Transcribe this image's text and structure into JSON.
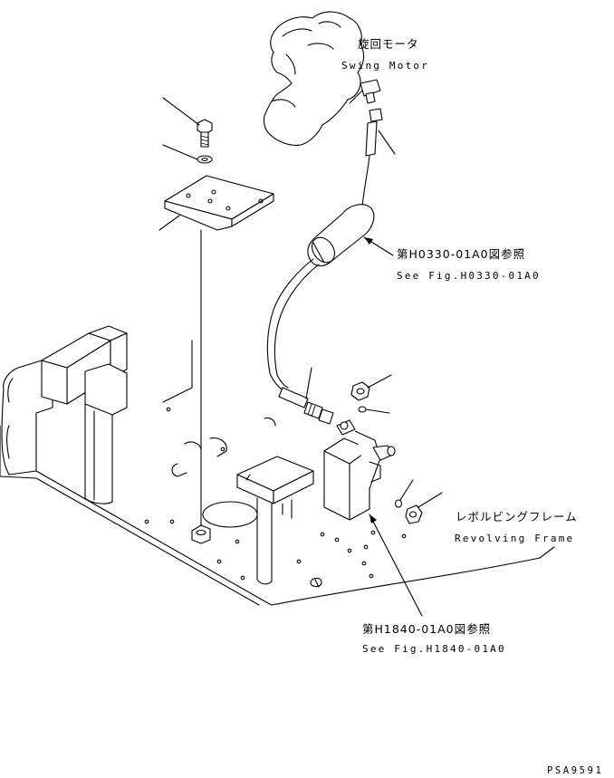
{
  "labels": {
    "swing_motor_jp": "旋回モータ",
    "swing_motor_en": "Swing Motor",
    "ref_upper_jp": "第H0330-01A0図参照",
    "ref_upper_en": "See Fig.H0330-01A0",
    "revolving_frame_jp": "レボルビングフレーム",
    "revolving_frame_en": "Revolving Frame",
    "ref_lower_jp": "第H1840-01A0図参照",
    "ref_lower_en": "See Fig.H1840-01A0",
    "drawing_number": "PSA9591"
  }
}
